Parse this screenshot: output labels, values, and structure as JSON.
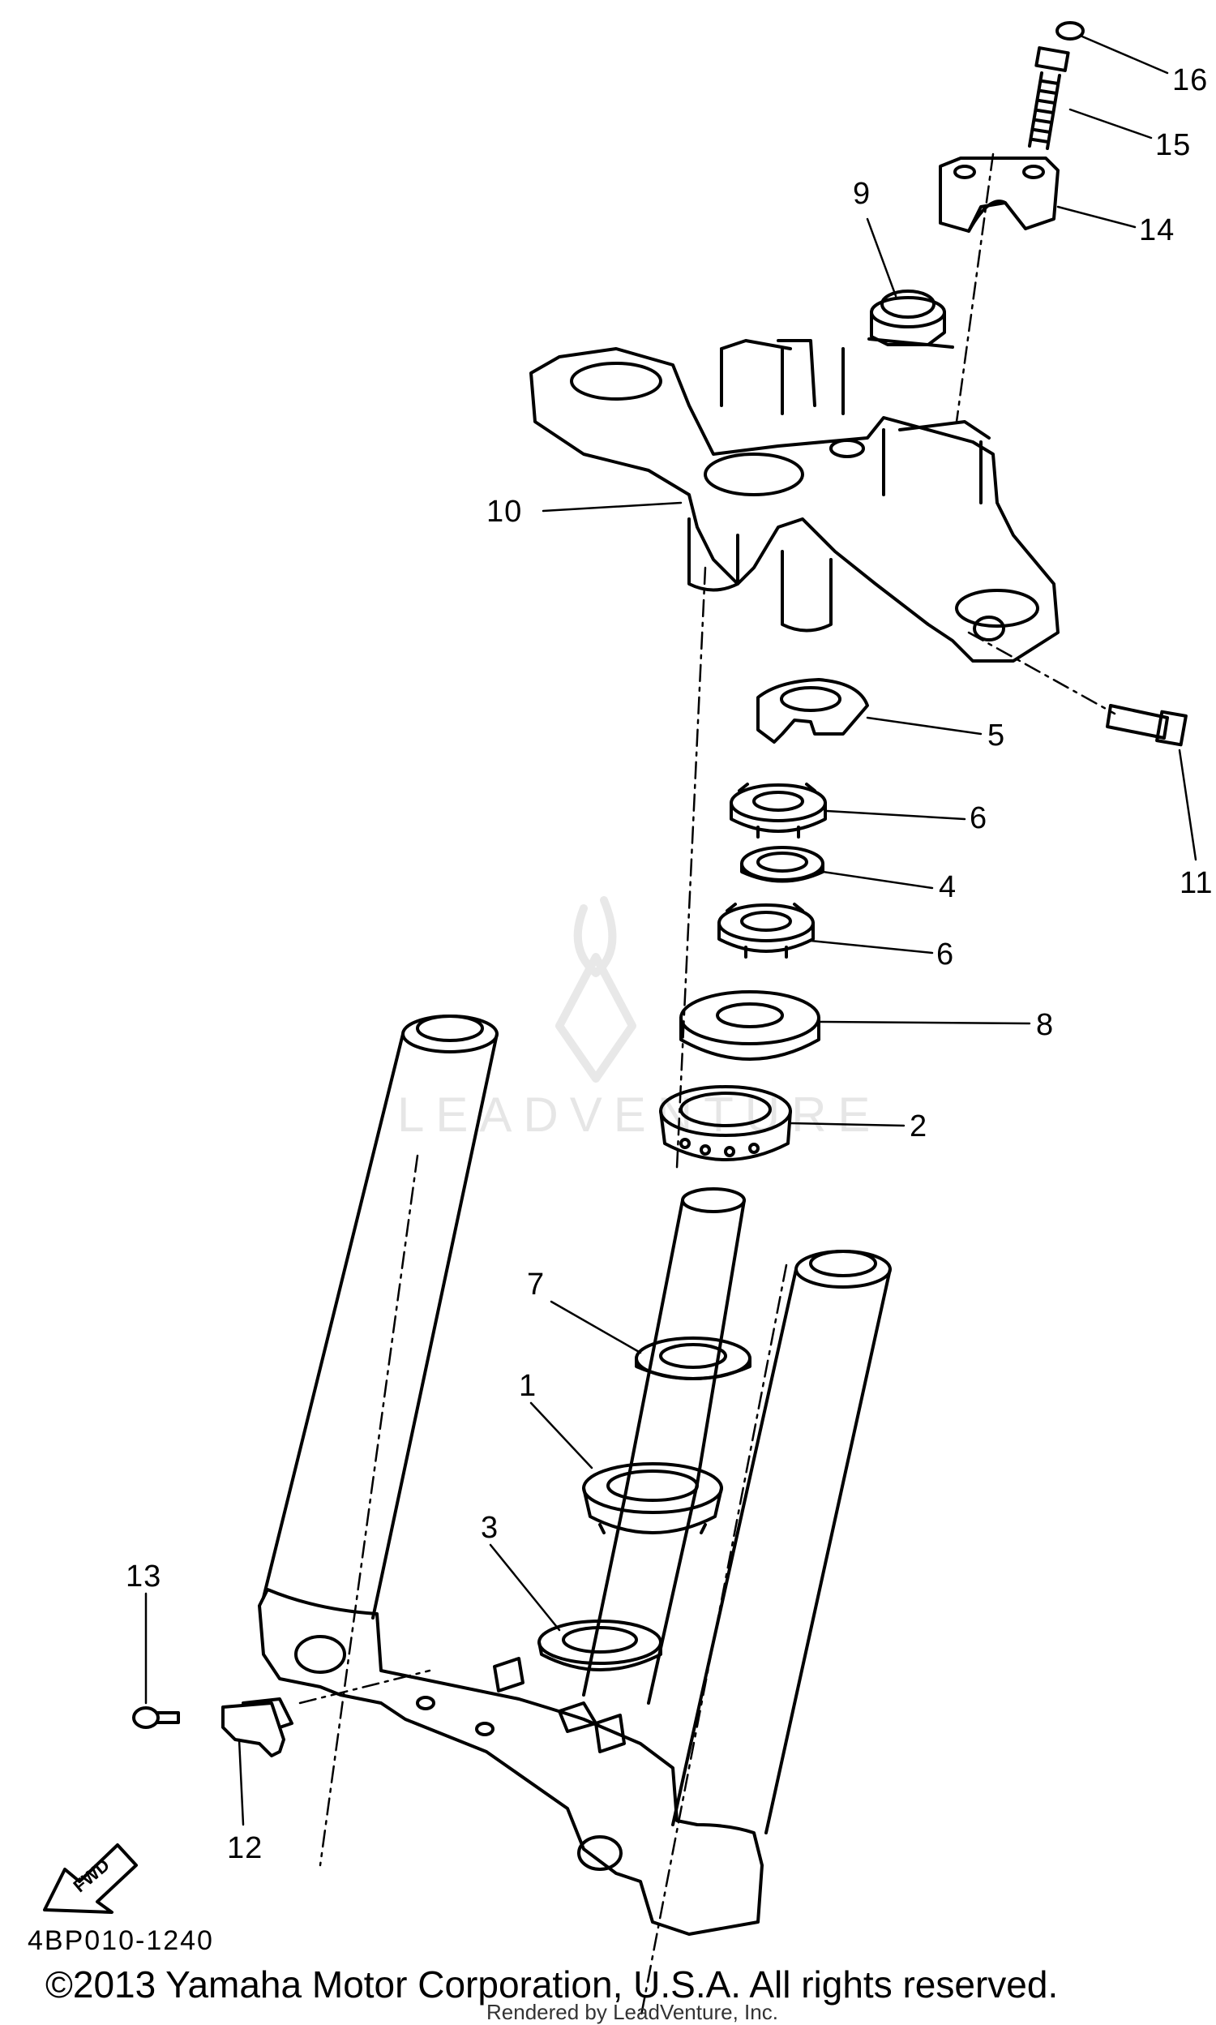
{
  "diagram": {
    "callouts": [
      "1",
      "2",
      "3",
      "4",
      "5",
      "6",
      "6",
      "7",
      "8",
      "9",
      "10",
      "11",
      "12",
      "13",
      "14",
      "15",
      "16"
    ],
    "fwd_label": "FWD",
    "drawing_code": "4BP010-1240",
    "copyright": "©2013 Yamaha Motor Corporation, U.S.A. All rights reserved.",
    "render_credit": "Rendered by LeadVenture, Inc.",
    "watermark_text": "LEADVENTURE"
  },
  "colors": {
    "ink": "#000000",
    "watermark": "#e6e6e6"
  }
}
